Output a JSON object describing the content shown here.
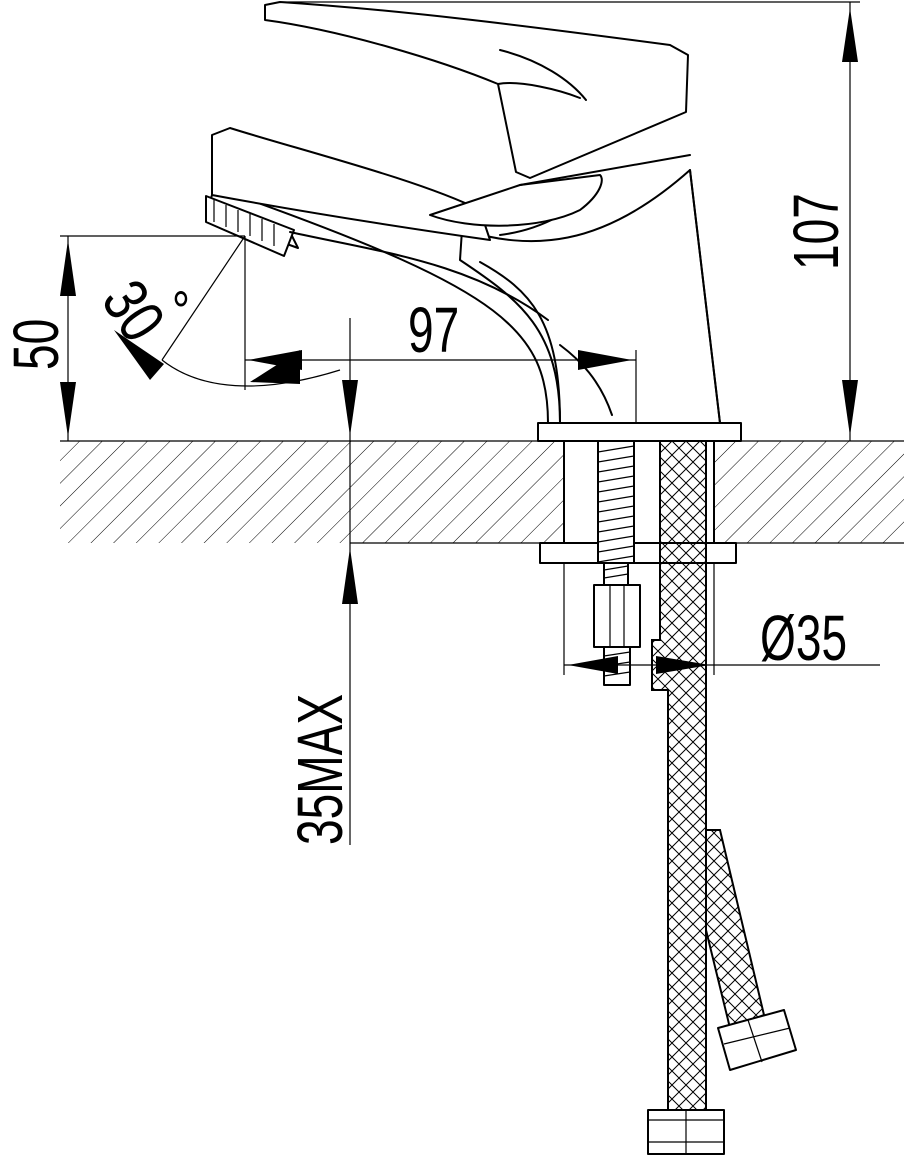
{
  "dimensions": {
    "height_total": "107",
    "spout_height": "50",
    "spout_angle": "30",
    "degree_mark": "°",
    "spout_reach": "97",
    "counter_thickness": "35MAX",
    "hole_diameter": "Ø35"
  }
}
